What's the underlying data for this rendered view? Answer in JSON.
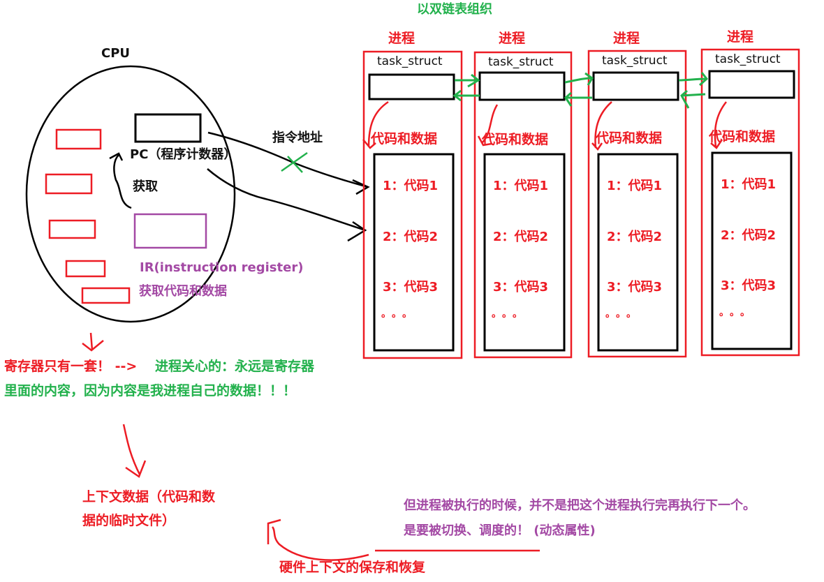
{
  "colors": {
    "red": "#ed1c24",
    "green": "#22b14c",
    "purple": "#a349a4",
    "black": "#111111"
  },
  "cpu": {
    "title": "CPU",
    "pc_label": "PC（程序计数器）",
    "fetch_label": "获取",
    "ir_label": "IR(instruction register)",
    "ir_desc": "获取代码和数据",
    "register_count": 5
  },
  "arrow_label": "指令地址",
  "linked_list_label": "以双链表组织",
  "processes": [
    {
      "title": "进程",
      "struct_label": "task_struct",
      "code_data_label": "代码和数据",
      "lines": [
        "1：代码1",
        "2：代码2",
        "3：代码3"
      ],
      "ellipsis": "。。。"
    },
    {
      "title": "进程",
      "struct_label": "task_struct",
      "code_data_label": "代码和数据",
      "lines": [
        "1：代码1",
        "2：代码2",
        "3：代码3"
      ],
      "ellipsis": "。。。"
    },
    {
      "title": "进程",
      "struct_label": "task_struct",
      "code_data_label": "代码和数据",
      "lines": [
        "1：代码1",
        "2：代码2",
        "3：代码3"
      ],
      "ellipsis": "。。。"
    },
    {
      "title": "进程",
      "struct_label": "task_struct",
      "code_data_label": "代码和数据",
      "lines": [
        "1：代码1",
        "2：代码2",
        "3：代码3"
      ],
      "ellipsis": "。。。"
    }
  ],
  "notes": {
    "registers_red": "寄存器只有一套！ -->",
    "registers_green_1": "进程关心的：永远是寄存器",
    "registers_green_2": "里面的内容，因为内容是我进程自己的数据！！！",
    "context_1": "上下文数据（代码和数",
    "context_2": "据的临时文件）",
    "switch_1": "但进程被执行的时候，并不是把这个进程执行完再执行下一个。",
    "switch_2": "是要被切换、调度的！ (动态属性)",
    "hw_context": "硬件上下文的保存和恢复"
  }
}
